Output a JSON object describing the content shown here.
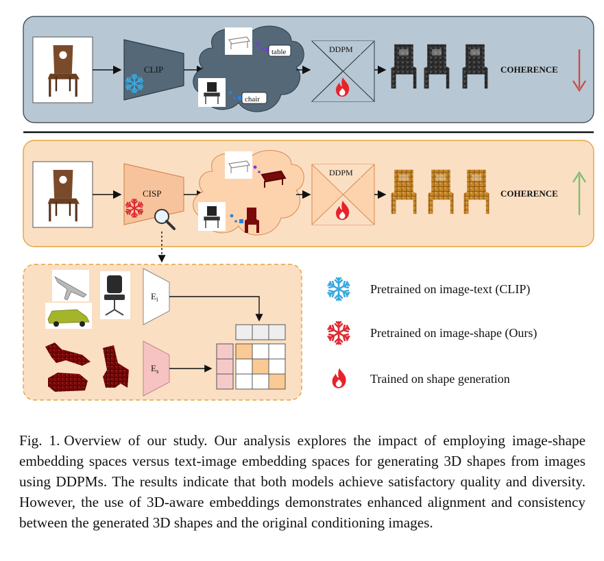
{
  "colors": {
    "panel_top_fill": "#b7c7d3",
    "panel_bottom_fill": "#fbdfc3",
    "panel_bottom_border": "#e4a33b",
    "encoder_clip": "#546878",
    "encoder_cisp": "#f7c39c",
    "ddpm_top": "#546878",
    "ddpm_bottom": "#fcd3ad",
    "arrow_down": "#c8504a",
    "arrow_up": "#7bbf6f",
    "snowflake_blue": "#39a9e0",
    "snowflake_red": "#dc2b34",
    "flame_red": "#e8222a",
    "voxel_dark": "#2b2b2b",
    "voxel_orange": "#c9872a",
    "voxel_red": "#7a0a0a",
    "matrix_highlight": "#fbc993",
    "matrix_pink": "#f6c9c9"
  },
  "top_panel": {
    "encoder_label": "CLIP",
    "tag_table": "table",
    "tag_chair": "chair",
    "ddpm_label": "DDPM",
    "coherence_label": "COHERENCE",
    "icons": [
      "snowflake-blue-icon",
      "flame-icon",
      "arrow-down-icon"
    ]
  },
  "bottom_panel": {
    "encoder_label": "CISP",
    "ddpm_label": "DDPM",
    "coherence_label": "COHERENCE",
    "icons": [
      "snowflake-red-icon",
      "magnifier-icon",
      "flame-icon",
      "arrow-up-icon"
    ]
  },
  "detail_panel": {
    "image_encoder_label": "E",
    "image_encoder_sub": "i",
    "shape_encoder_label": "E",
    "shape_encoder_sub": "s"
  },
  "legend": [
    {
      "icon": "snowflake-blue-icon",
      "text": "Pretrained on image-text (CLIP)"
    },
    {
      "icon": "snowflake-red-icon",
      "text": "Pretrained on image-shape (Ours)"
    },
    {
      "icon": "flame-icon",
      "text": "Trained on shape generation"
    }
  ],
  "caption": {
    "lead": "Fig. 1.",
    "text": "Overview of our study. Our analysis explores the impact of employing image-shape embedding spaces versus text-image embedding spaces for generating 3D shapes from images using DDPMs. The results indicate that both models achieve satisfactory quality and diversity. However, the use of 3D-aware embeddings demonstrates enhanced alignment and consistency between the generated 3D shapes and the original conditioning images."
  }
}
